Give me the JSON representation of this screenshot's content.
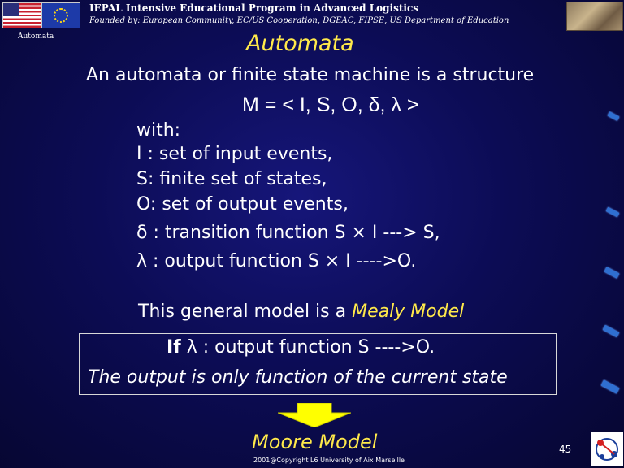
{
  "header": {
    "title": "IEPAL Intensive Educational Program in Advanced Logistics",
    "subtitle": "Founded by: European Community, EC/US Cooperation, DGEAC, FIPSE, US Department of Education",
    "corner_label": "Automata"
  },
  "slide": {
    "title": "Automata",
    "intro": "An automata or finite state machine is a structure",
    "definition": "M = < I, S, O, δ, λ >",
    "lines": [
      "with:",
      "I : set of input events,",
      "S: finite set of states,",
      "O: set of output events,",
      "δ : transition function S × I ---> S,",
      "λ : output function S × I ---->O."
    ],
    "general_prefix": "This general model is a ",
    "general_model": "Mealy Model",
    "box_if": "If",
    "box_line1": " λ : output function S ---->O.",
    "box_line2": "The output is only function of the current state",
    "conclusion": "Moore Model"
  },
  "footer": {
    "page_number": "45",
    "copyright": "2001@Copyright  L6 University of Aix Marseille"
  },
  "colors": {
    "background": "#0c0c55",
    "title_yellow": "#ffe94a",
    "arrow_yellow": "#ffff00",
    "dash_blue": "#2f6fd0"
  }
}
